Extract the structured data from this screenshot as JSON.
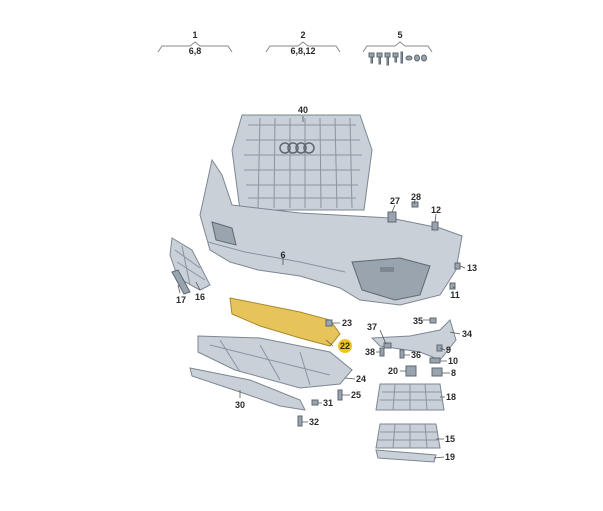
{
  "diagram": {
    "group_labels": [
      {
        "number": "1",
        "refs": "6,8"
      },
      {
        "number": "2",
        "refs": "6,8,12"
      },
      {
        "number": "5",
        "refs": ""
      }
    ],
    "callouts": {
      "c40": "40",
      "c27": "27",
      "c28": "28",
      "c12": "12",
      "c6": "6",
      "c13": "13",
      "c17": "17",
      "c16": "16",
      "c11": "11",
      "c35": "35",
      "c23": "23",
      "c37": "37",
      "c34": "34",
      "c22": "22",
      "c9": "9",
      "c38": "38",
      "c36": "36",
      "c10": "10",
      "c20": "20",
      "c8": "8",
      "c24": "24",
      "c25": "25",
      "c18": "18",
      "c30": "30",
      "c31": "31",
      "c32": "32",
      "c15": "15",
      "c19": "19"
    },
    "highlight_color": "#f2c31a"
  }
}
